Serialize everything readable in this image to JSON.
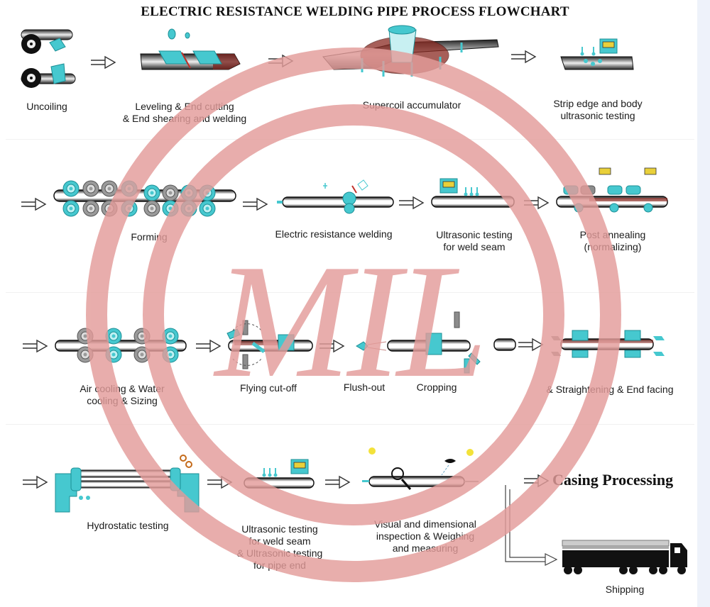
{
  "title": "ELECTRIC RESISTANCE WELDING PIPE PROCESS FLOWCHART",
  "watermark": {
    "text": "MIL",
    "color": "#e39c9a"
  },
  "colors": {
    "equipment": "#46c8cf",
    "pipe": "#111111",
    "heated": "#8a2a22",
    "roller_grey": "#8c8c8c",
    "arrow": "#333333",
    "monitor_screen": "#e9d03a"
  },
  "rows": [
    {
      "steps": [
        {
          "id": "uncoiling",
          "icon": "uncoiler-icon",
          "lines": [
            "Uncoiling"
          ]
        },
        {
          "id": "leveling",
          "icon": "leveling-cutting-icon",
          "lines": [
            "Leveling & End cutting",
            "& End shearing and welding"
          ]
        },
        {
          "id": "accumulator",
          "icon": "supercoil-accumulator-icon",
          "lines": [
            "Supercoil accumulator"
          ]
        },
        {
          "id": "strip-ut",
          "icon": "strip-ultrasonic-icon",
          "lines": [
            "Strip edge and body",
            "ultrasonic testing"
          ]
        }
      ]
    },
    {
      "steps": [
        {
          "id": "forming",
          "icon": "forming-rollers-icon",
          "lines": [
            "Forming"
          ]
        },
        {
          "id": "erw",
          "icon": "welding-icon",
          "lines": [
            "Electric resistance welding"
          ]
        },
        {
          "id": "seam-ut",
          "icon": "seam-ultrasonic-icon",
          "lines": [
            "Ultrasonic testing",
            "for weld seam"
          ]
        },
        {
          "id": "annealing",
          "icon": "annealing-icon",
          "lines": [
            "Post annealing",
            "(normalizing)"
          ]
        }
      ]
    },
    {
      "steps": [
        {
          "id": "cooling",
          "icon": "cooling-sizing-icon",
          "lines": [
            "Air cooling & Water",
            "cooling & Sizing"
          ]
        },
        {
          "id": "cutoff",
          "icon": "flying-cutoff-icon",
          "lines": [
            "Flying cut-off"
          ]
        },
        {
          "id": "flush",
          "icon": "flush-out-icon",
          "lines": [
            "Flush-out"
          ]
        },
        {
          "id": "cropping",
          "icon": "cropping-icon",
          "lines": [
            "Cropping"
          ]
        },
        {
          "id": "straightening",
          "icon": "straightening-facing-icon",
          "lines": [
            "& Straightening & End facing"
          ]
        }
      ]
    },
    {
      "steps": [
        {
          "id": "hydro",
          "icon": "hydrostatic-tester-icon",
          "lines": [
            "Hydrostatic testing"
          ]
        },
        {
          "id": "final-ut",
          "icon": "final-ultrasonic-icon",
          "lines": [
            "Ultrasonic testing",
            "for weld seam",
            "& Ultrasonic testing",
            "for pipe end"
          ]
        },
        {
          "id": "inspection",
          "icon": "inspection-icon",
          "lines": [
            "Visual and dimensional",
            "inspection & Weighing",
            "and measuring"
          ]
        },
        {
          "id": "shipping",
          "icon": "truck-icon",
          "lines": [
            "Shipping"
          ]
        }
      ]
    }
  ],
  "branch": {
    "label": "Casing Processing"
  }
}
